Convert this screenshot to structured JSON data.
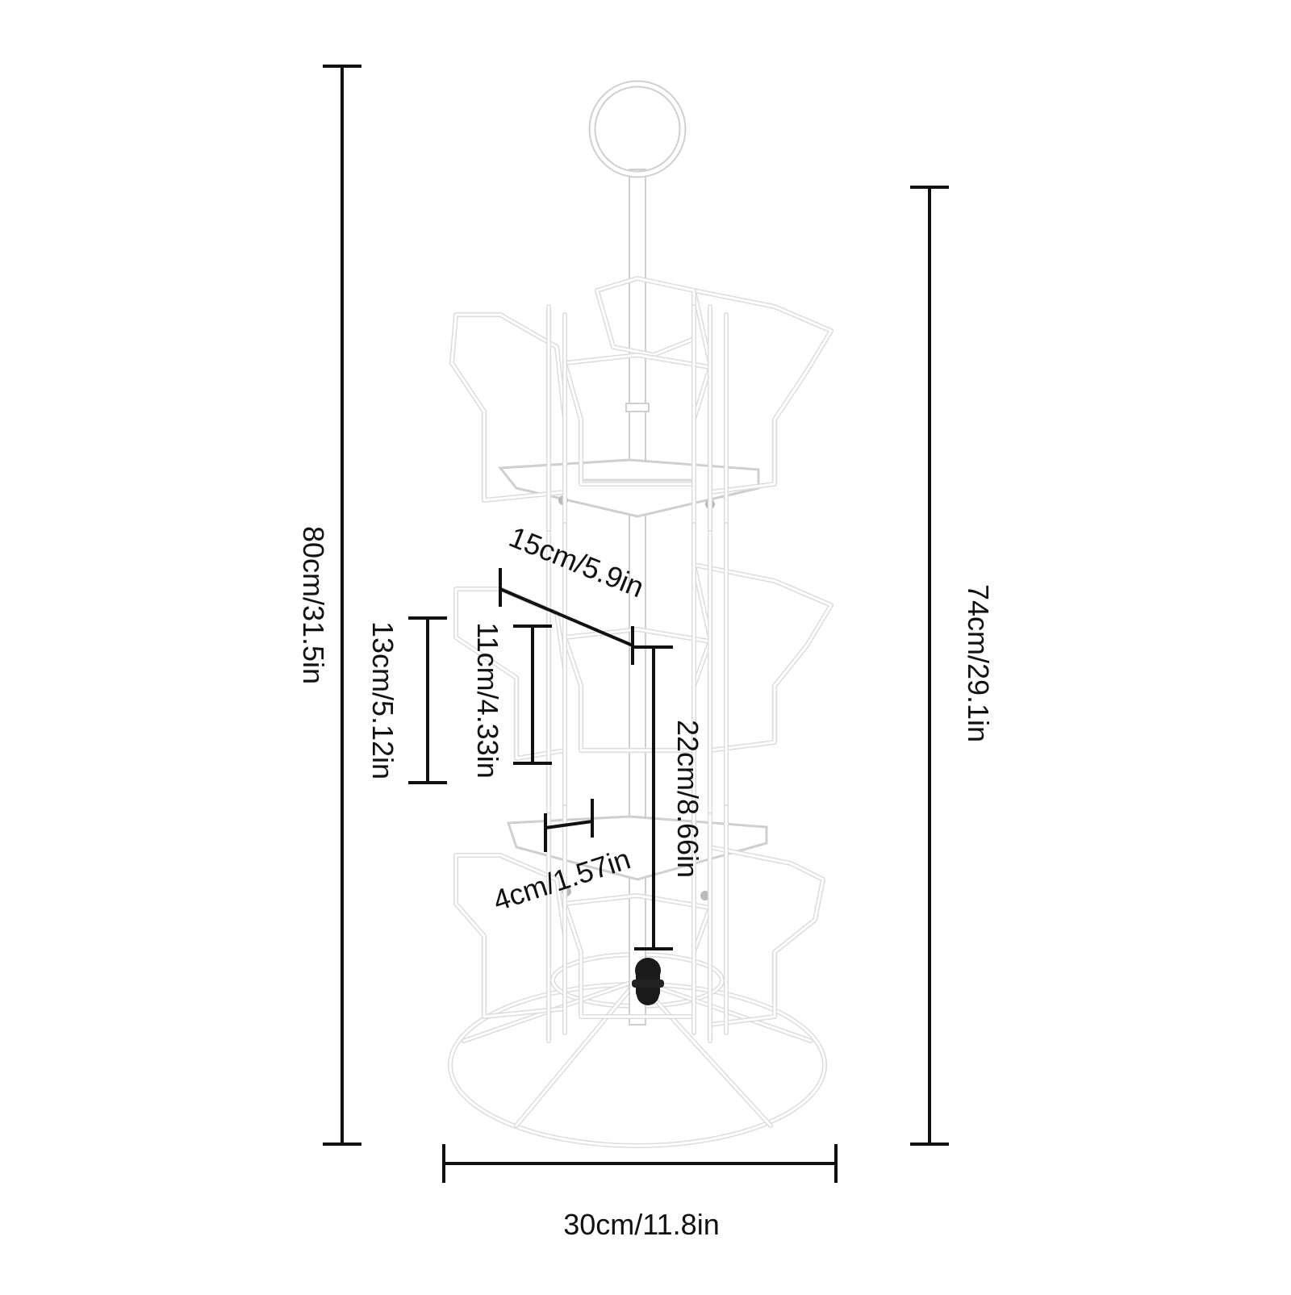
{
  "dimensions": {
    "total_height": "80cm/31.5in",
    "rack_height": "74cm/29.1in",
    "base_width": "30cm/11.8in",
    "pocket_width": "15cm/5.9in",
    "pocket_height_outer": "13cm/5.12in",
    "pocket_height_inner": "11cm/4.33in",
    "tier_spacing": "22cm/8.66in",
    "pocket_depth": "4cm/1.57in"
  },
  "product": {
    "color": "#ffffff",
    "outline_color": "#d6d6d6",
    "knob_color": "#1a1a1a",
    "tiers": 3
  }
}
